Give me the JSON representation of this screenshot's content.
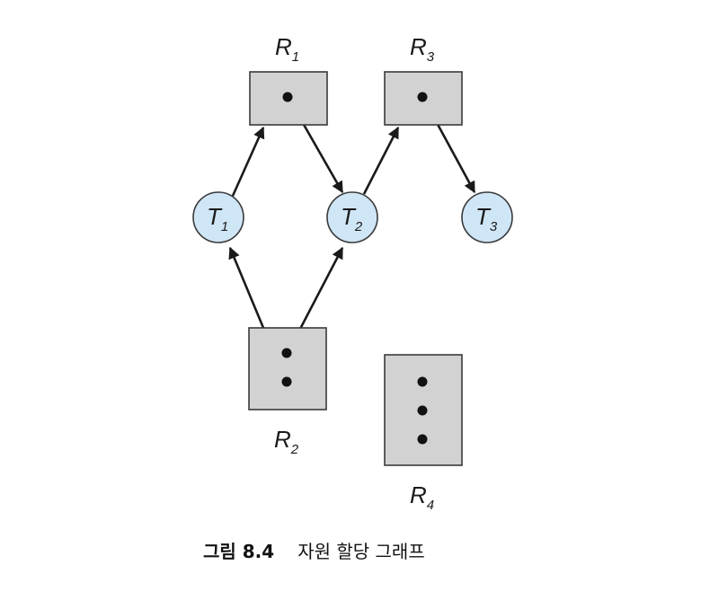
{
  "nodes": {
    "resources": [
      {
        "id": "R1",
        "main": "R",
        "sub": "1",
        "instances": 1
      },
      {
        "id": "R2",
        "main": "R",
        "sub": "2",
        "instances": 2
      },
      {
        "id": "R3",
        "main": "R",
        "sub": "3",
        "instances": 1
      },
      {
        "id": "R4",
        "main": "R",
        "sub": "4",
        "instances": 3
      }
    ],
    "threads": [
      {
        "id": "T1",
        "main": "T",
        "sub": "1"
      },
      {
        "id": "T2",
        "main": "T",
        "sub": "2"
      },
      {
        "id": "T3",
        "main": "T",
        "sub": "3"
      }
    ]
  },
  "edges": [
    {
      "from": "T1",
      "to": "R1",
      "kind": "request"
    },
    {
      "from": "R1",
      "to": "T2",
      "kind": "assignment"
    },
    {
      "from": "T2",
      "to": "R3",
      "kind": "request"
    },
    {
      "from": "R3",
      "to": "T3",
      "kind": "assignment"
    },
    {
      "from": "R2",
      "to": "T1",
      "kind": "assignment"
    },
    {
      "from": "R2",
      "to": "T2",
      "kind": "assignment"
    }
  ],
  "caption": {
    "number": "그림 8.4",
    "title": "자원 할당 그래프"
  },
  "colors": {
    "resource_fill": "#d2d2d2",
    "thread_fill": "#cfe6f7",
    "edge": "#1a1a1a"
  }
}
